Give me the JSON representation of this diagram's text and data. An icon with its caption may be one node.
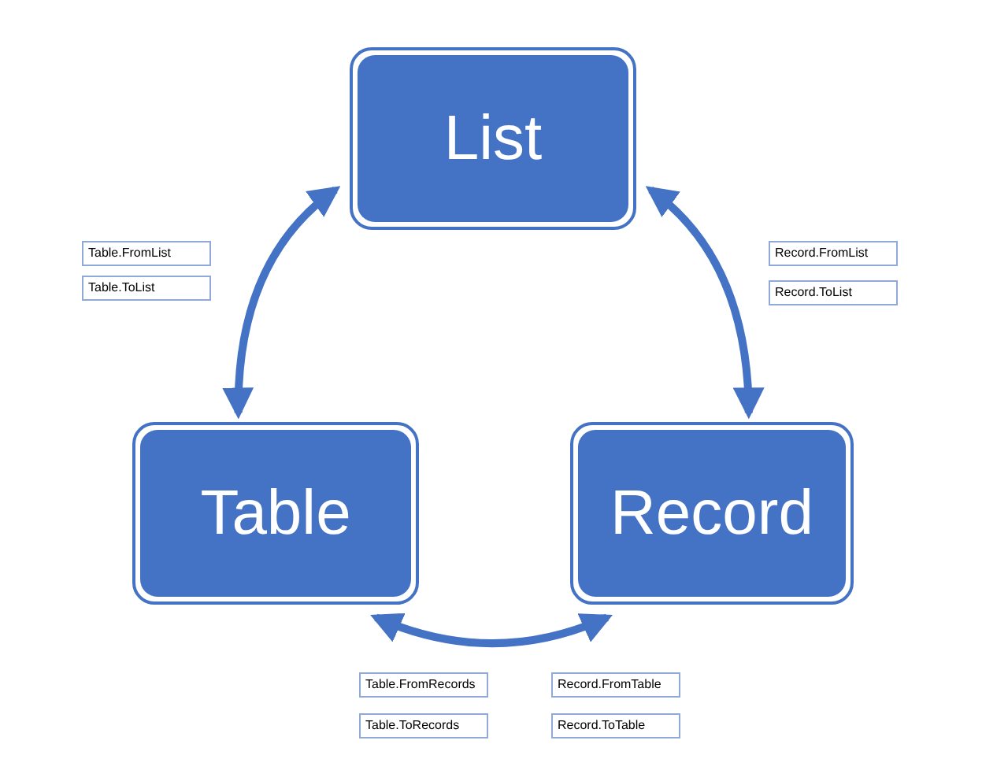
{
  "diagram": {
    "nodes": [
      {
        "text": [
          "List"
        ]
      },
      {
        "text": [
          "Table"
        ]
      },
      {
        "text": [
          "Record"
        ]
      },
      {
        "text": [
          "Table.FromList"
        ]
      },
      {
        "text": [
          "Table.ToList"
        ]
      },
      {
        "text": [
          "Record.FromList"
        ]
      },
      {
        "text": [
          "Record.ToList"
        ]
      },
      {
        "text": [
          "Table.FromRecords"
        ]
      },
      {
        "text": [
          "Table.ToRecords"
        ]
      },
      {
        "text": [
          "Record.FromTable"
        ]
      },
      {
        "text": [
          "Record.ToTable"
        ]
      }
    ],
    "edges": [
      {
        "from": 0,
        "to": 1,
        "arrow": "both"
      },
      {
        "from": 0,
        "to": 2,
        "arrow": "both"
      },
      {
        "from": 1,
        "to": 2,
        "arrow": "both"
      }
    ]
  }
}
